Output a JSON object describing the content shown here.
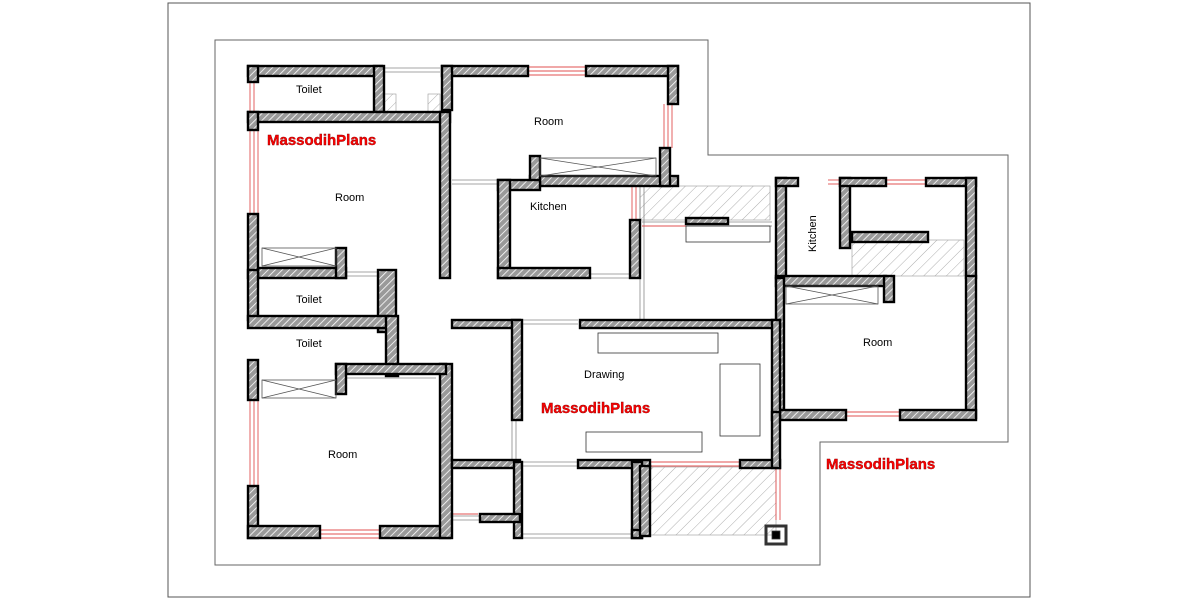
{
  "rooms": {
    "toilet_top": "Toilet",
    "room_upper_left": "Room",
    "room_top_middle": "Room",
    "kitchen_main": "Kitchen",
    "kitchen_right": "Kitchen",
    "toilet_mid": "Toilet",
    "toilet_lower": "Toilet",
    "room_lower_left": "Room",
    "drawing": "Drawing",
    "room_right": "Room"
  },
  "watermarks": {
    "upper_left": "MassodihPlans",
    "center": "MassodihPlans",
    "lower_right": "MassodihPlans"
  },
  "colors": {
    "wall": "#000000",
    "wall_fill": "#8c8c8c",
    "window": "#e05050",
    "watermark": "#ff0000"
  }
}
